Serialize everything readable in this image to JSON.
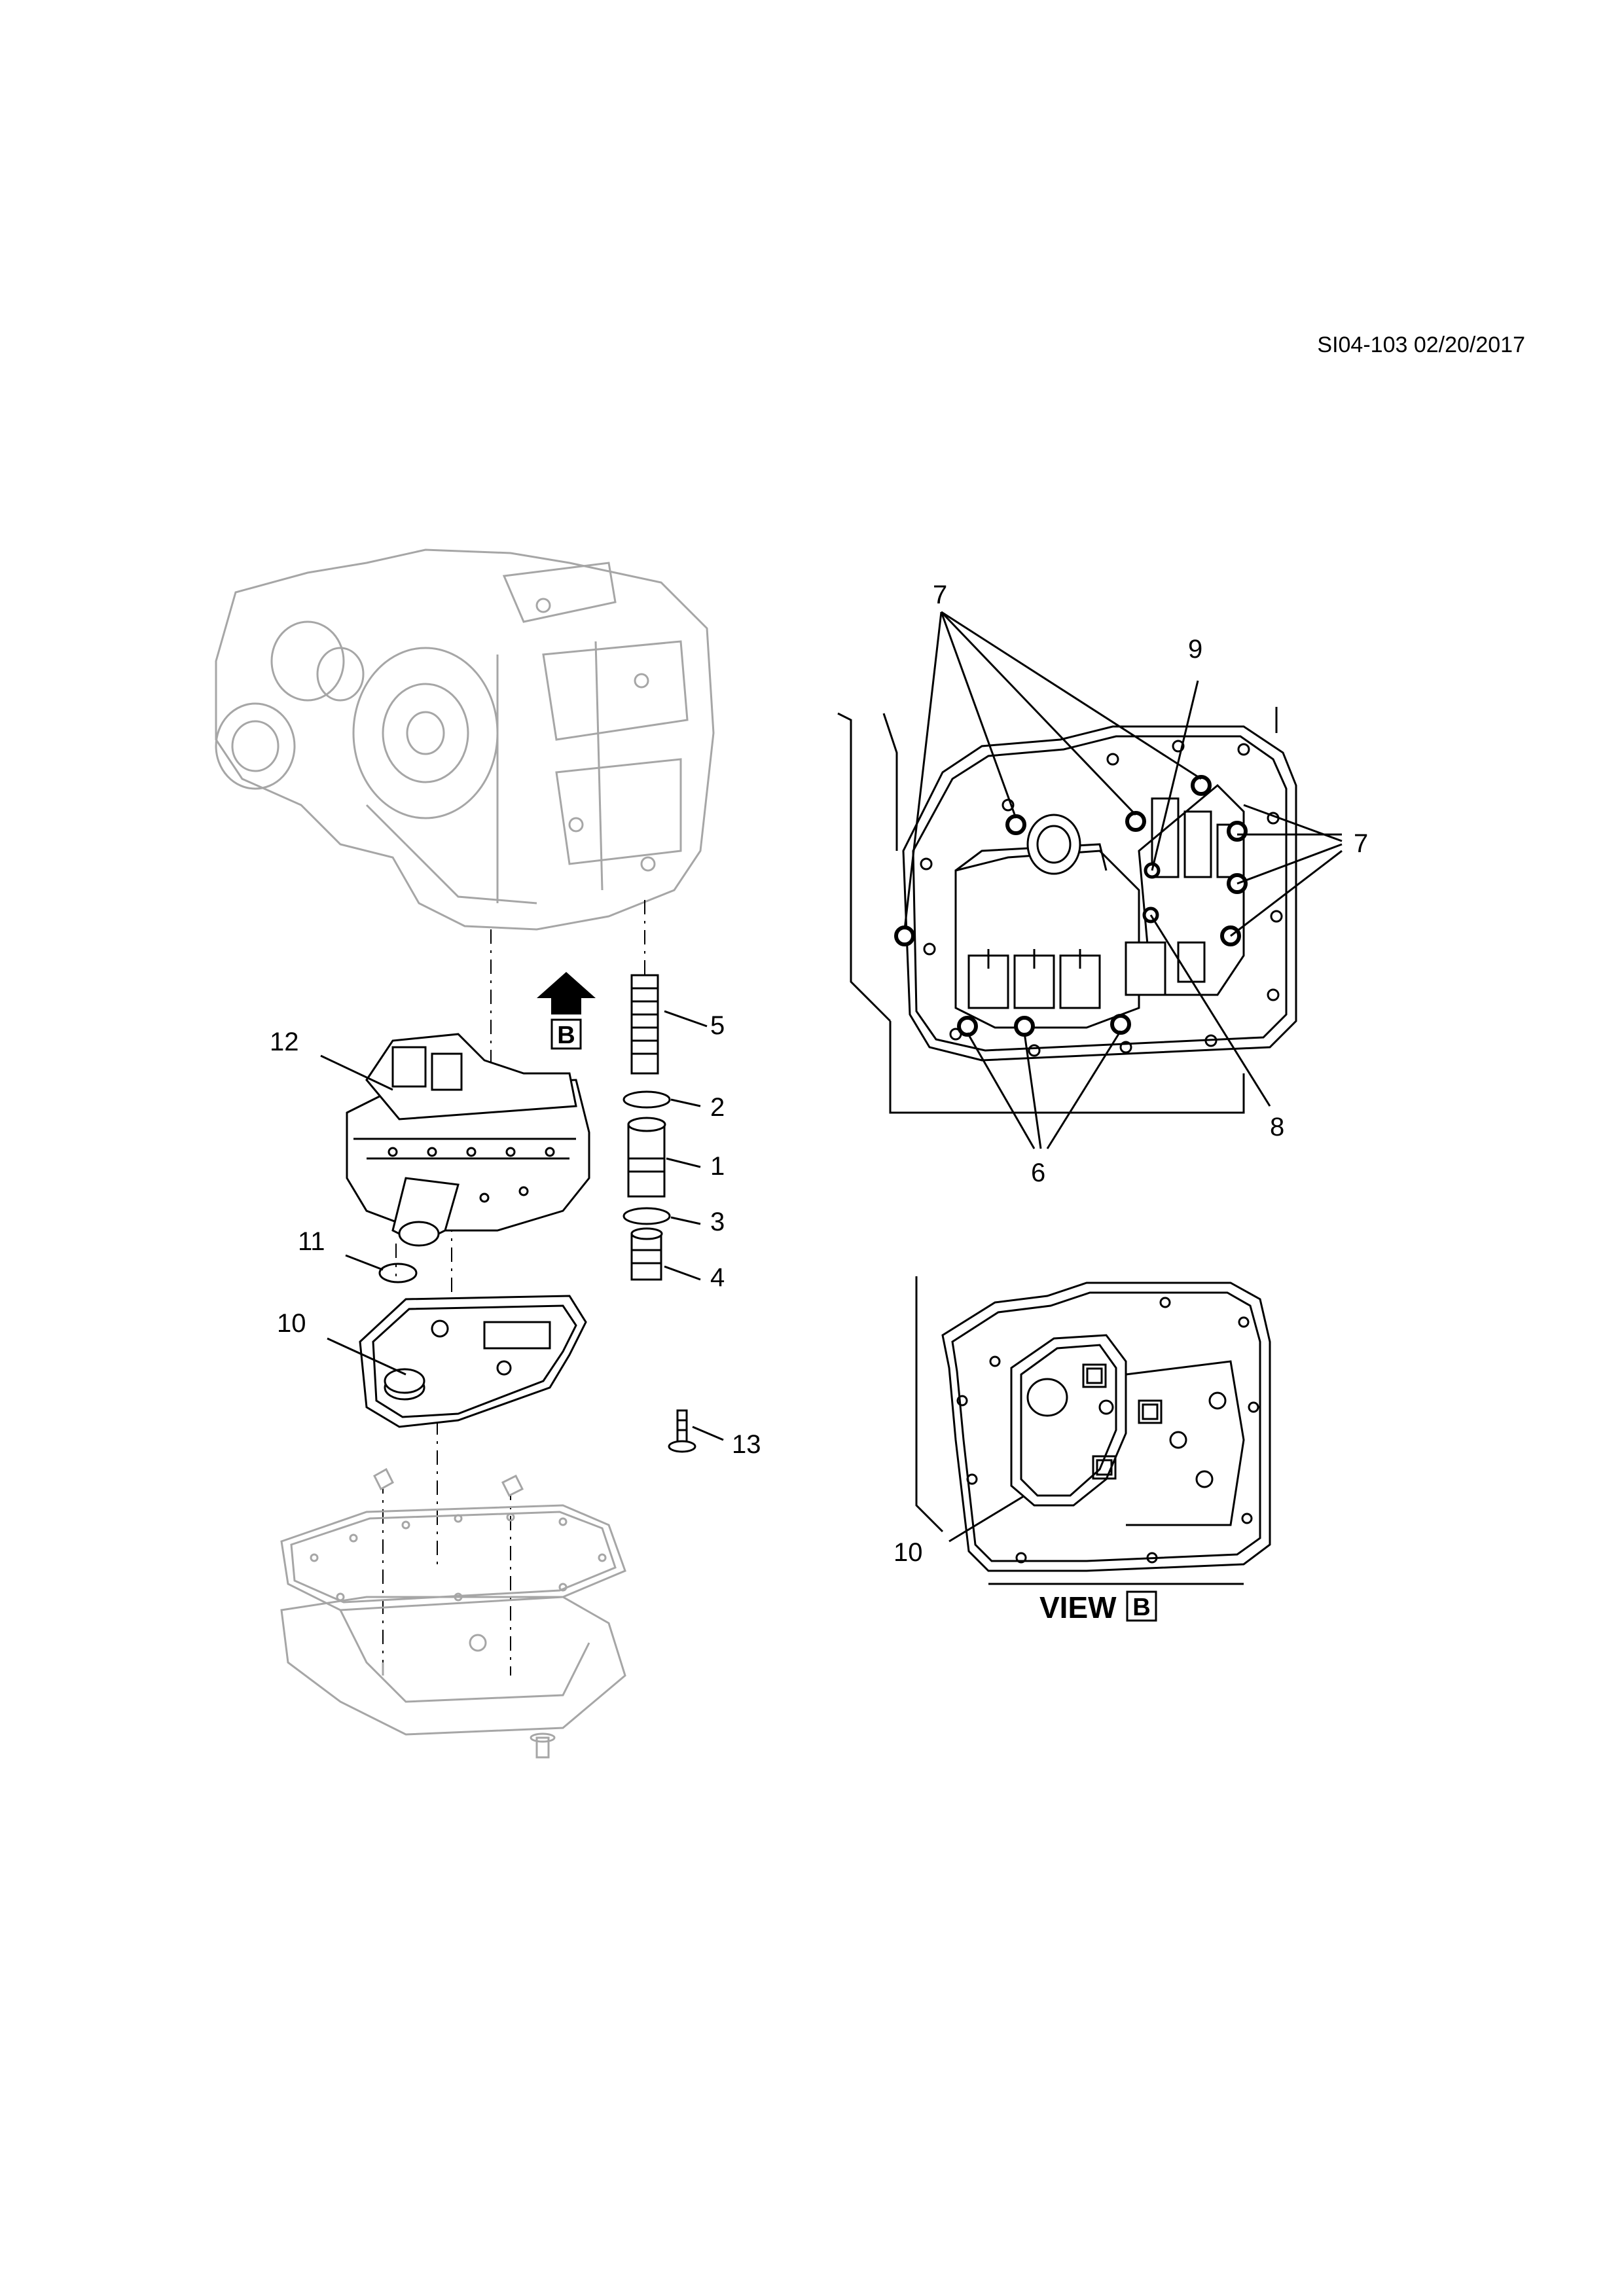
{
  "header": {
    "code": "SI04-103 02/20/2017"
  },
  "callouts": {
    "c1": "1",
    "c2": "2",
    "c3": "3",
    "c4": "4",
    "c5": "5",
    "c6": "6",
    "c7a": "7",
    "c7b": "7",
    "c8": "8",
    "c9": "9",
    "c10a": "10",
    "c10b": "10",
    "c11": "11",
    "c12": "12",
    "c13": "13"
  },
  "view_marker": {
    "letter": "B"
  },
  "view_label": {
    "text": "VIEW",
    "letter": "B"
  },
  "colors": {
    "line": "#000000",
    "ghost": "#a6a6a6",
    "paper": "#ffffff"
  }
}
